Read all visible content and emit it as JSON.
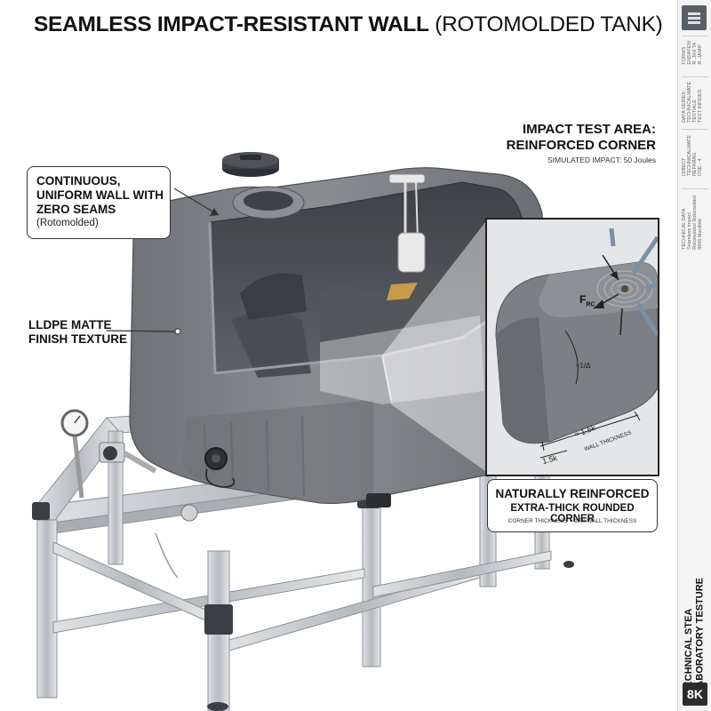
{
  "title": {
    "bold": "SEAMLESS IMPACT-RESISTANT WALL",
    "light": "(ROTOMOLDED TANK)"
  },
  "callouts": {
    "seams": {
      "line1": "CONTINUOUS,",
      "line2": "UNIFORM WALL WITH",
      "line3": "ZERO SEAMS",
      "sub": "(Rotomolded)"
    },
    "texture": {
      "line1": "LLDPE MATTE",
      "line2": "FINISH TEXTURE"
    },
    "impact": {
      "line1": "IMPACT TEST AREA:",
      "line2": "REINFORCED CORNER",
      "sub": "SIMULATED IMPACT: 50 Joules"
    },
    "corner": {
      "line1": "NATURALLY REINFORCED",
      "line2": "EXTRA-THICK ROUNDED CORNER",
      "sub": "CORNER THICKNESS = 1.5x WALL THICKNESS"
    }
  },
  "inset": {
    "force_label": "F",
    "force_sub": "RC",
    "angle_label": "≈1/Δ",
    "thickness_label": "≈ 1.5k",
    "wall_label": "WALL THICKNESS",
    "base_label": "1.5k"
  },
  "strip": {
    "block1": [
      "FORMS",
      "ENSAFEM",
      "R. JIHI TA",
      "R. JAMIF"
    ],
    "block2": [
      "DATA SERIES",
      "TECHNICALMATE",
      "TESTIALE",
      "TEST INFIDES"
    ],
    "block3": [
      "DIRECT",
      "TECHNICALMATE",
      "REPARAG",
      "OSE - 4"
    ],
    "block4": [
      "TECHNICAL DATA",
      "Seamless impact",
      "Rotomolded Rotomolded",
      "8845 Manifold"
    ],
    "main_line1": "TECHNICAL STEA",
    "main_line2": "LABORATORY TESTURE",
    "badge": "8K"
  },
  "colors": {
    "tank_body": "#7b7e82",
    "tank_dark": "#4e5156",
    "frame": "#c4c8cc",
    "impact_ring": "#a9aeb3"
  }
}
